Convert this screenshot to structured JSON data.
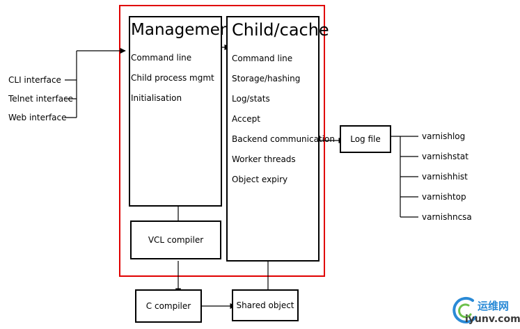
{
  "interfaces": [
    "CLI interface",
    "Telnet interface",
    "Web interface"
  ],
  "management": {
    "title": "Management",
    "items": [
      "Command line",
      "Child process mgmt",
      "Initialisation"
    ]
  },
  "child": {
    "title": "Child/cache",
    "items": [
      "Command line",
      "Storage/hashing",
      "Log/stats",
      "Accept",
      "Backend communication",
      "Worker threads",
      "Object expiry"
    ]
  },
  "vcl_compiler": "VCL compiler",
  "c_compiler": "C compiler",
  "shared_object": "Shared object",
  "log_file": "Log file",
  "tools": [
    "varnishlog",
    "varnishstat",
    "varnishhist",
    "varnishtop",
    "varnishncsa"
  ],
  "watermark": {
    "text1": "运维网",
    "text2": "iyunv.com"
  },
  "colors": {
    "frame": "#e00000",
    "line": "#000000",
    "watermark": "#2a8ad6"
  }
}
